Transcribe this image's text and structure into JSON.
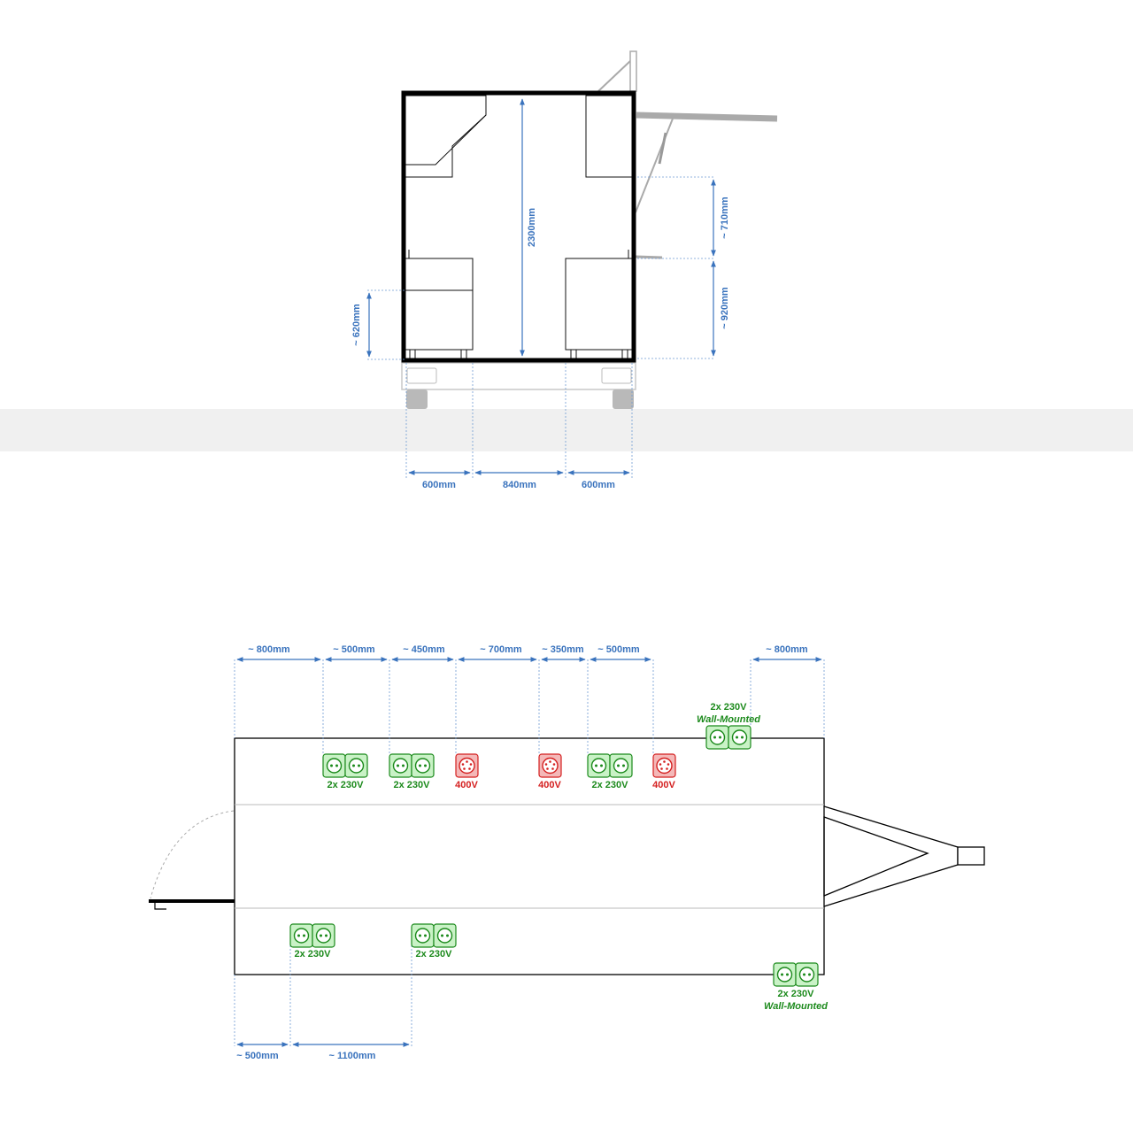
{
  "front_view": {
    "height_label": "2300mm",
    "awning_upper_label": "~ 710mm",
    "awning_lower_label": "~ 920mm",
    "left_counter_label": "~ 620mm",
    "bottom_widths": [
      "600mm",
      "840mm",
      "600mm"
    ]
  },
  "top_view": {
    "top_spacings": [
      "~ 800mm",
      "~ 500mm",
      "~ 450mm",
      "~ 700mm",
      "~ 350mm",
      "~ 500mm"
    ],
    "top_right_spacing": "~ 800mm",
    "bottom_spacings": [
      "~ 500mm",
      "~ 1100mm"
    ],
    "outlets_top": [
      {
        "type": "230",
        "label": "2x 230V"
      },
      {
        "type": "230",
        "label": "2x 230V"
      },
      {
        "type": "400",
        "label": "400V"
      },
      {
        "type": "400",
        "label": "400V"
      },
      {
        "type": "230",
        "label": "2x 230V"
      },
      {
        "type": "400",
        "label": "400V"
      }
    ],
    "outlets_bottom": [
      {
        "type": "230",
        "label": "2x 230V"
      },
      {
        "type": "230",
        "label": "2x 230V"
      }
    ],
    "wall_mounted_top": {
      "label": "2x 230V",
      "sublabel": "Wall-Mounted"
    },
    "wall_mounted_bottom": {
      "label": "2x 230V",
      "sublabel": "Wall-Mounted"
    }
  },
  "colors": {
    "dimension": "#3a73bd",
    "outlet_230_fill": "#c9f2c6",
    "outlet_230_stroke": "#1c8a1c",
    "outlet_400_fill": "#f4b8b8",
    "outlet_400_stroke": "#d42020"
  }
}
